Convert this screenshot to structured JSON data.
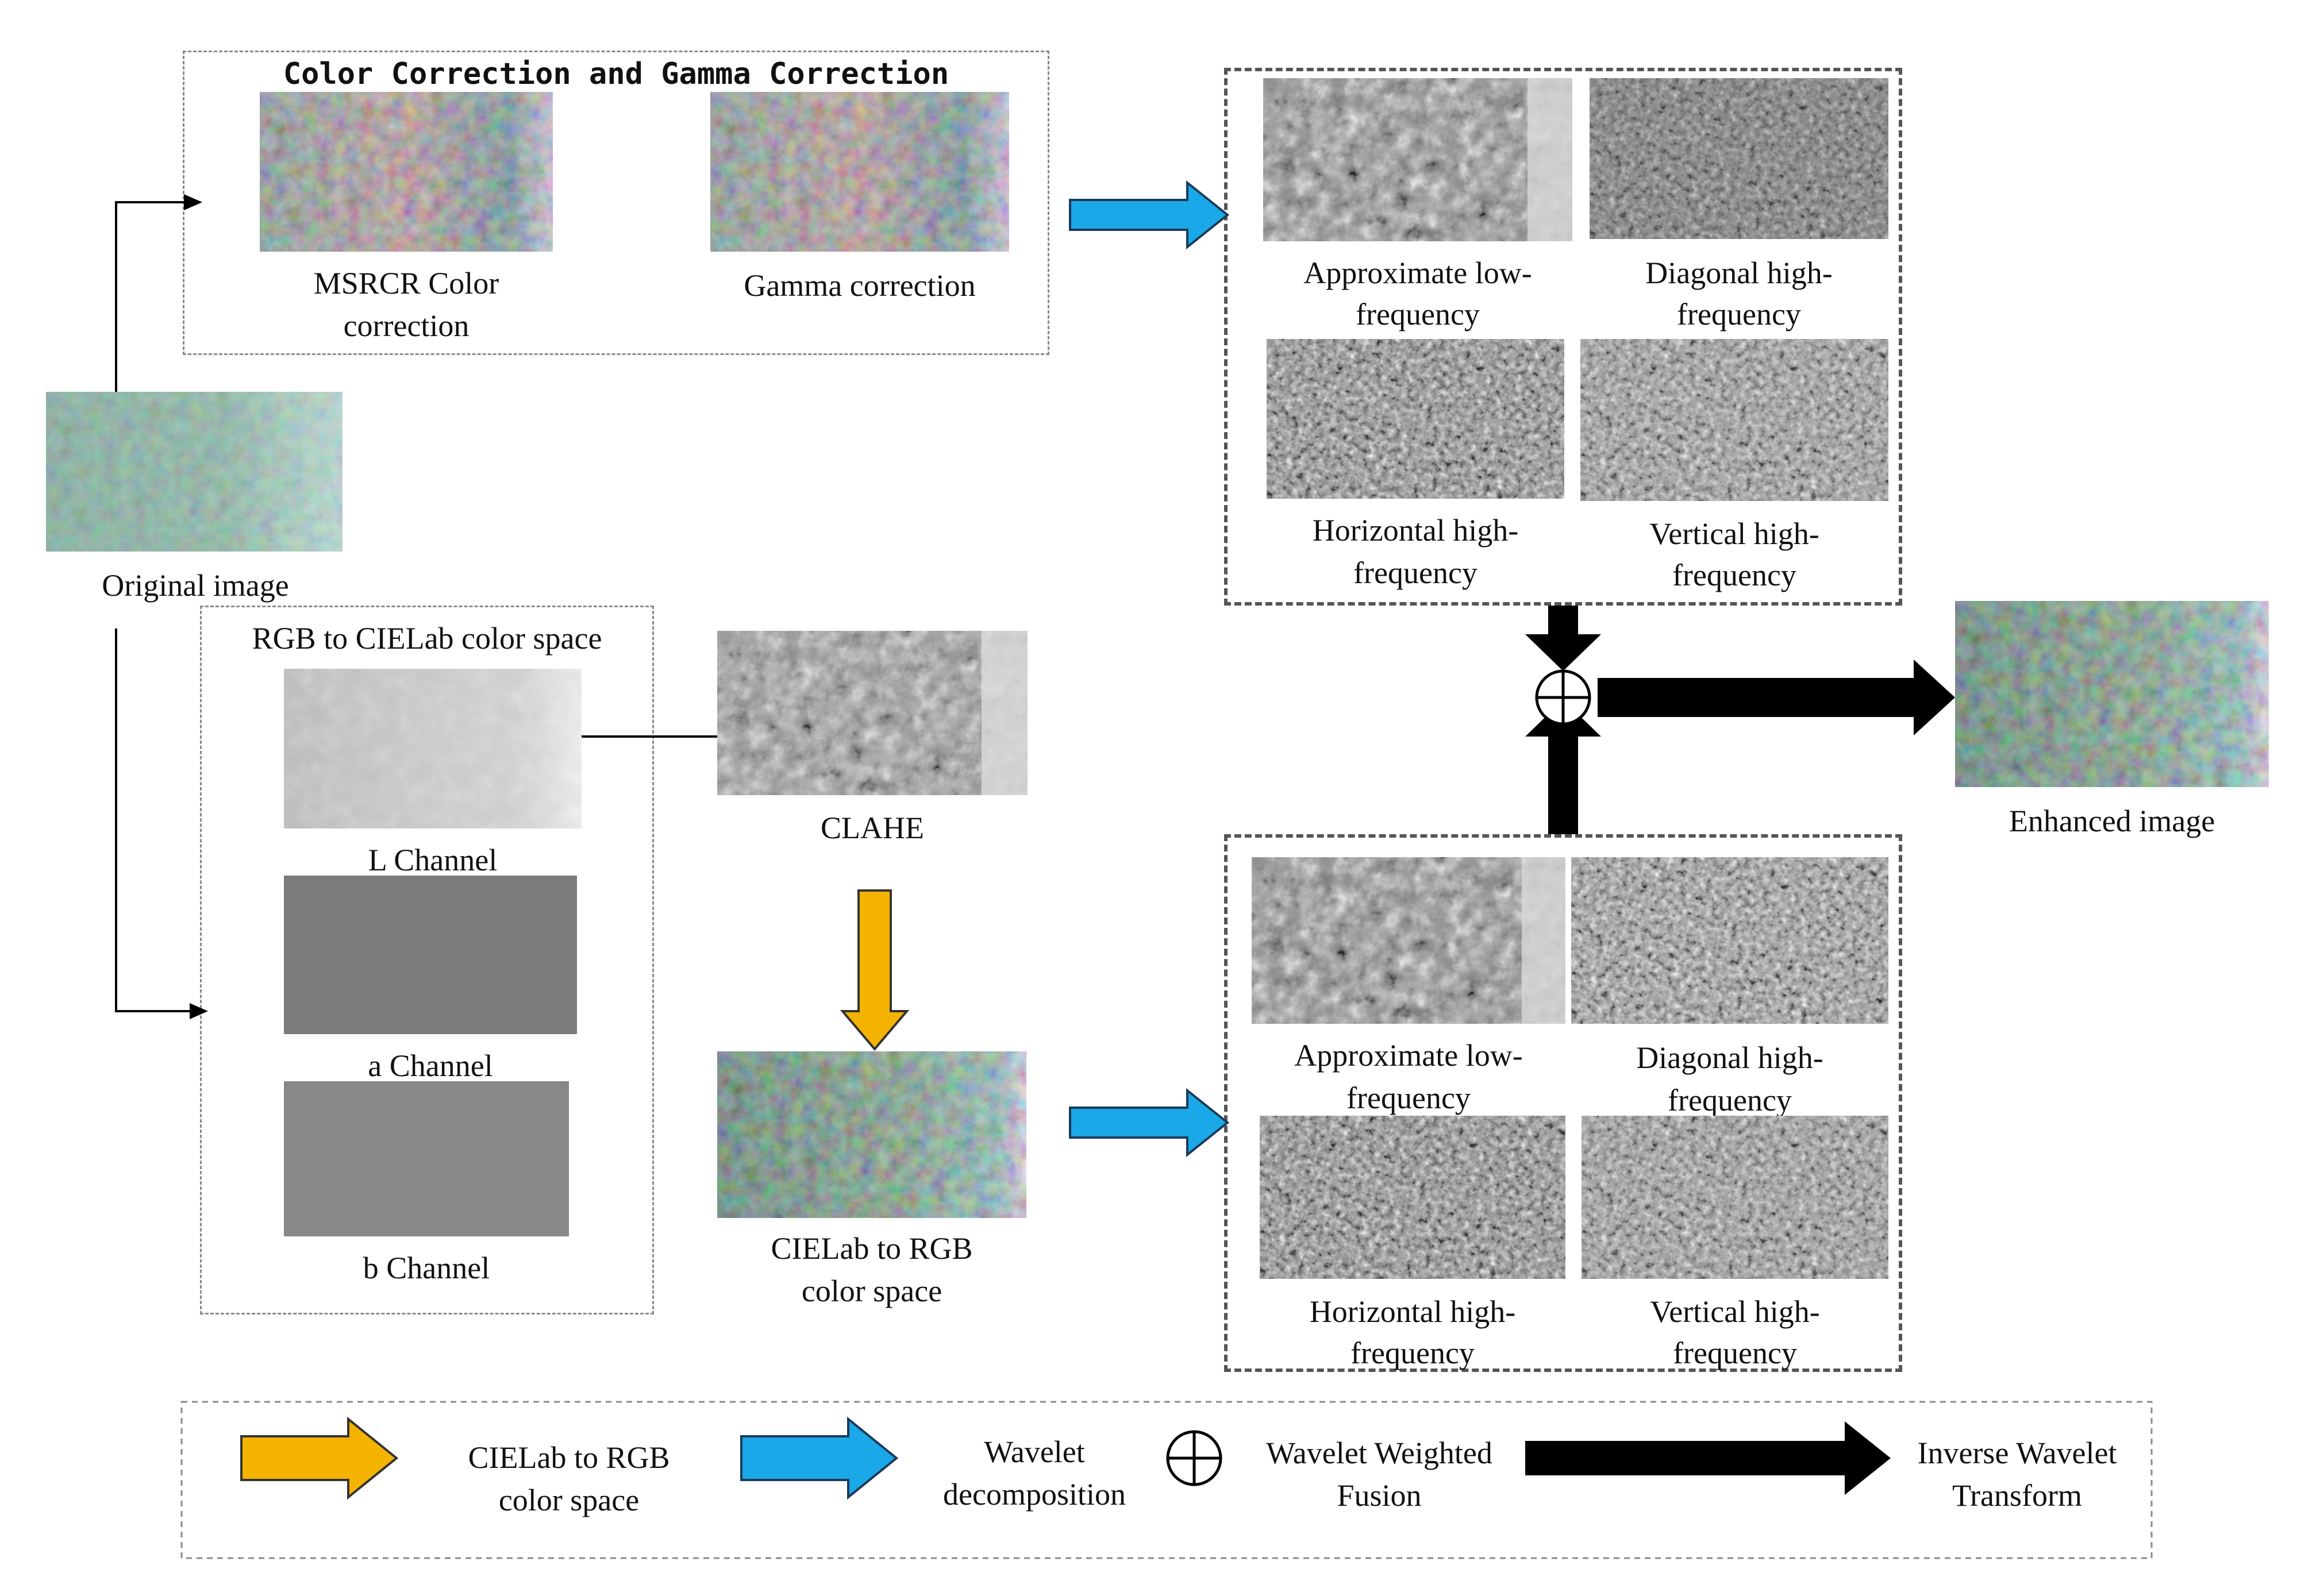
{
  "labels": {
    "color_gamma_title": "Color Correction and Gamma Correction",
    "msrcr_line1": "MSRCR Color",
    "msrcr_line2": "correction",
    "gamma": "Gamma correction",
    "original": "Original image",
    "rgb_cielab_title": "RGB to CIELab color space",
    "l_channel": "L Channel",
    "a_channel": "a Channel",
    "b_channel": "b Channel",
    "clahe": "CLAHE",
    "cielab_rgb_line1": "CIELab to RGB",
    "cielab_rgb_line2": "color space",
    "enhanced": "Enhanced image"
  },
  "wavelet_top": {
    "approx_line1": "Approximate low-",
    "approx_line2": "frequency",
    "diag_line1": "Diagonal high-",
    "diag_line2": "frequency",
    "horiz_line1": "Horizontal high-",
    "horiz_line2": "frequency",
    "vert_line1": "Vertical high-",
    "vert_line2": "frequency"
  },
  "wavelet_bottom": {
    "approx_line1": "Approximate low-",
    "approx_line2": "frequency",
    "diag_line1": "Diagonal high-",
    "diag_line2": "frequency",
    "horiz_line1": "Horizontal high-",
    "horiz_line2": "frequency",
    "vert_line1": "Vertical high-",
    "vert_line2": "frequency"
  },
  "legend": {
    "yellow_line1": "CIELab to RGB",
    "yellow_line2": "color space",
    "blue_line1": "Wavelet",
    "blue_line2": "decomposition",
    "fusion_line1": "Wavelet Weighted",
    "fusion_line2": "Fusion",
    "inverse_line1": "Inverse Wavelet",
    "inverse_line2": "Transform"
  },
  "colors": {
    "yellow_arrow": "#F5B301",
    "blue_arrow": "#1BA8E8",
    "black_arrow": "#000000",
    "dashed_border": "#8a8a8a"
  }
}
